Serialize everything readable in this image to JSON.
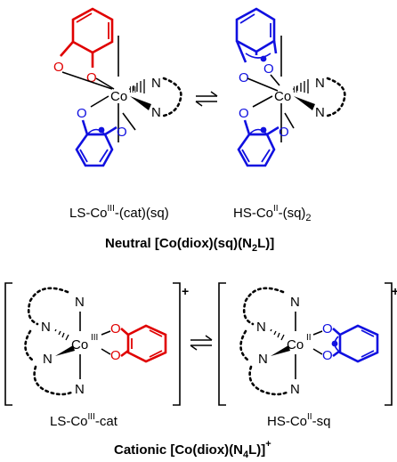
{
  "colors": {
    "catecholate": "#e00000",
    "semiquinone": "#1010e0",
    "ink": "#000000"
  },
  "atoms": {
    "cobalt": "Co",
    "oxygen": "O",
    "nitrogen": "N",
    "ox_III": "III",
    "ox_II": "II"
  },
  "neutral": {
    "left_label": {
      "prefix": "LS-Co",
      "ox": "III",
      "suffix": "-(cat)(sq)"
    },
    "right_label": {
      "prefix": "HS-Co",
      "ox": "II",
      "suffix": "-(sq)",
      "sub": "2"
    },
    "title": {
      "prefix": "Neutral [Co(diox)(sq)(N",
      "sub": "2",
      "suffix": "L)]"
    }
  },
  "cationic": {
    "left_label": {
      "prefix": "LS-Co",
      "ox": "III",
      "suffix": "-cat"
    },
    "right_label": {
      "prefix": "HS-Co",
      "ox": "II",
      "suffix": "-sq"
    },
    "charge": "+",
    "title": {
      "prefix": "Cationic [Co(diox)(N",
      "sub": "4",
      "suffix": "L)]",
      "charge": "+"
    }
  }
}
